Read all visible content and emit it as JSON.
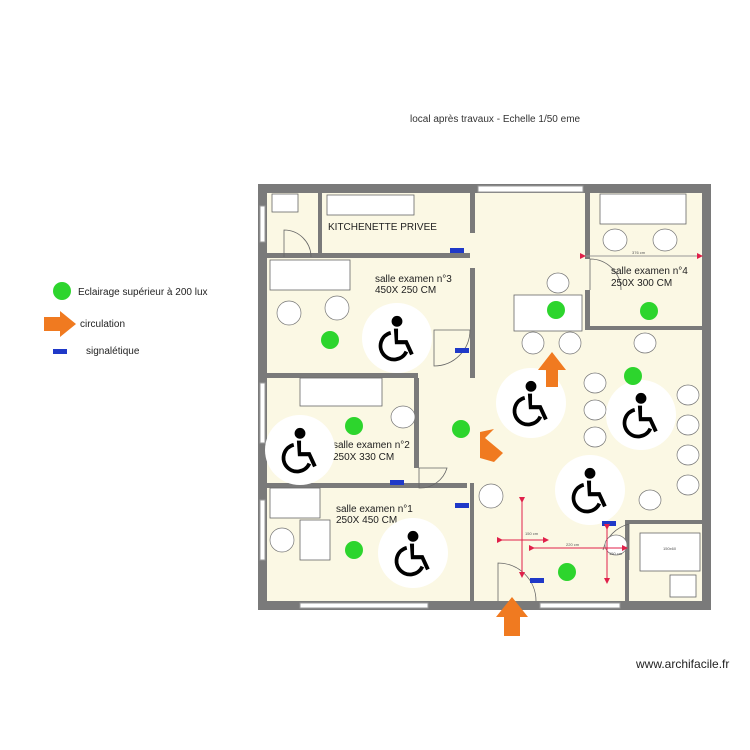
{
  "title": "local après travaux - Echelle 1/50 eme",
  "watermark": "www.archifacile.fr",
  "colors": {
    "wall": "#7a7a7a",
    "room_fill": "#fbf8e4",
    "light_green": "#2dd52d",
    "circulation_orange": "#f07a20",
    "signage_blue": "#1f39c8",
    "dimension_red": "#e0204a"
  },
  "legend": [
    {
      "icon": "green-circle-icon",
      "label": "Eclairage supérieur à 200 lux"
    },
    {
      "icon": "orange-arrow-icon",
      "label": "circulation"
    },
    {
      "icon": "blue-bar-icon",
      "label": "signalétique"
    }
  ],
  "rooms": {
    "kitchenette": {
      "name": "KITCHENETTE PRIVEE"
    },
    "exam3": {
      "name": "salle examen n°3",
      "size": "450X 250 CM"
    },
    "exam4": {
      "name": "salle examen n°4",
      "size": "250X 300 CM"
    },
    "exam2": {
      "name": "salle examen n°2",
      "size": "250X 330 CM"
    },
    "exam1": {
      "name": "salle examen n°1",
      "size": "250X 450 CM"
    }
  },
  "dimensions": {
    "top": "376 cm",
    "vertical1": "150 cm",
    "horizontal": "220 cm",
    "vertical2": "150 cm",
    "wc": "150x60"
  },
  "icons": {
    "wheelchair": "wheelchair-icon",
    "light": "green-circle-icon",
    "circulation": "orange-arrow-icon",
    "signage": "blue-bar-icon"
  }
}
